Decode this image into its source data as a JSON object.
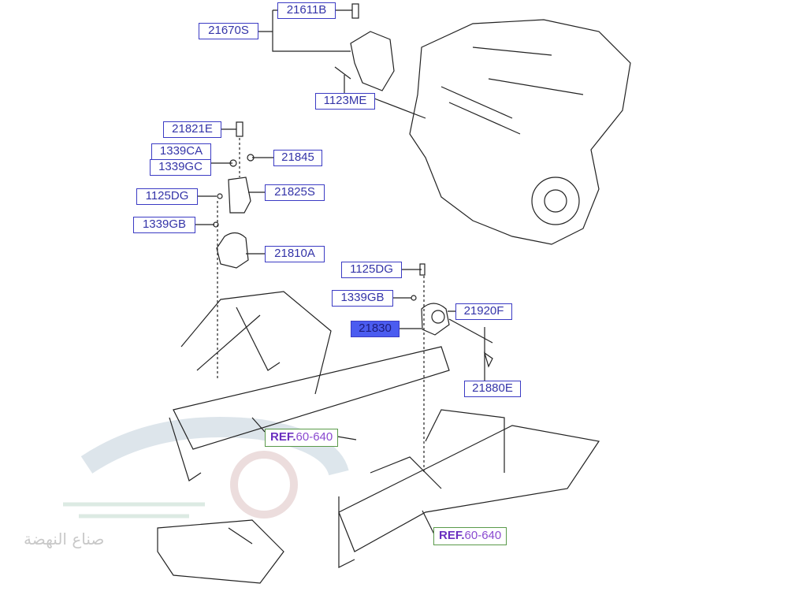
{
  "labels": {
    "p21611B": "21611B",
    "p21670S": "21670S",
    "p1123ME": "1123ME",
    "p21821E": "21821E",
    "p1339CA": "1339CA",
    "p1339GC": "1339GC",
    "p21845": "21845",
    "p21825S": "21825S",
    "p1125DG_a": "1125DG",
    "p1339GB_a": "1339GB",
    "p21810A": "21810A",
    "p1125DG_b": "1125DG",
    "p1339GB_b": "1339GB",
    "p21920F": "21920F",
    "p21830": "21830",
    "p21880E": "21880E"
  },
  "refs": [
    {
      "prefix": "REF.",
      "code": "60-640"
    },
    {
      "prefix": "REF.",
      "code": "60-640"
    }
  ],
  "highlight_color": "#4b5cf0",
  "watermark": "صناع النهضة"
}
